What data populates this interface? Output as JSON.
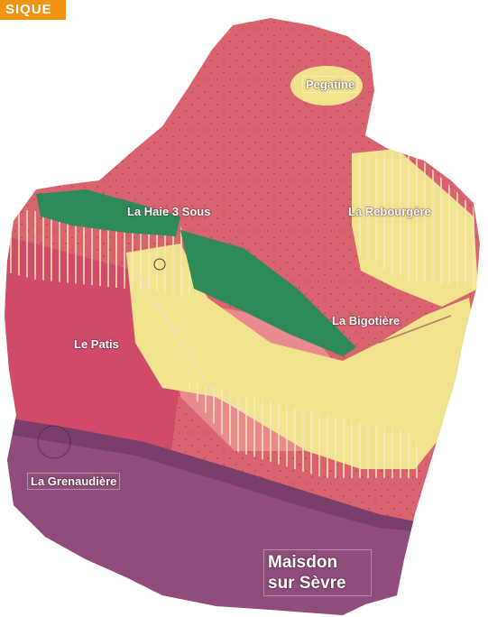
{
  "header": {
    "tag": "SIQUE"
  },
  "map": {
    "colors": {
      "pink": "#d9636f",
      "lightpink": "#e88a8e",
      "magenta": "#d04a6a",
      "yellow": "#f1e28e",
      "green": "#2e8a58",
      "purple": "#8f4c7c",
      "darkpurple": "#7a3e6c"
    },
    "places": [
      {
        "id": "pegatine",
        "name": "Pegatine"
      },
      {
        "id": "haie",
        "name": "La Haie 3 Sous"
      },
      {
        "id": "rebourgere",
        "name": "La Rebourgère"
      },
      {
        "id": "bigotiere",
        "name": "La Bigotière"
      },
      {
        "id": "patis",
        "name": "Le Patis"
      },
      {
        "id": "grenaudiere",
        "name": "La Grenaudière"
      },
      {
        "id": "maisdon",
        "name": "Maisdon sur Sèvre"
      }
    ]
  }
}
